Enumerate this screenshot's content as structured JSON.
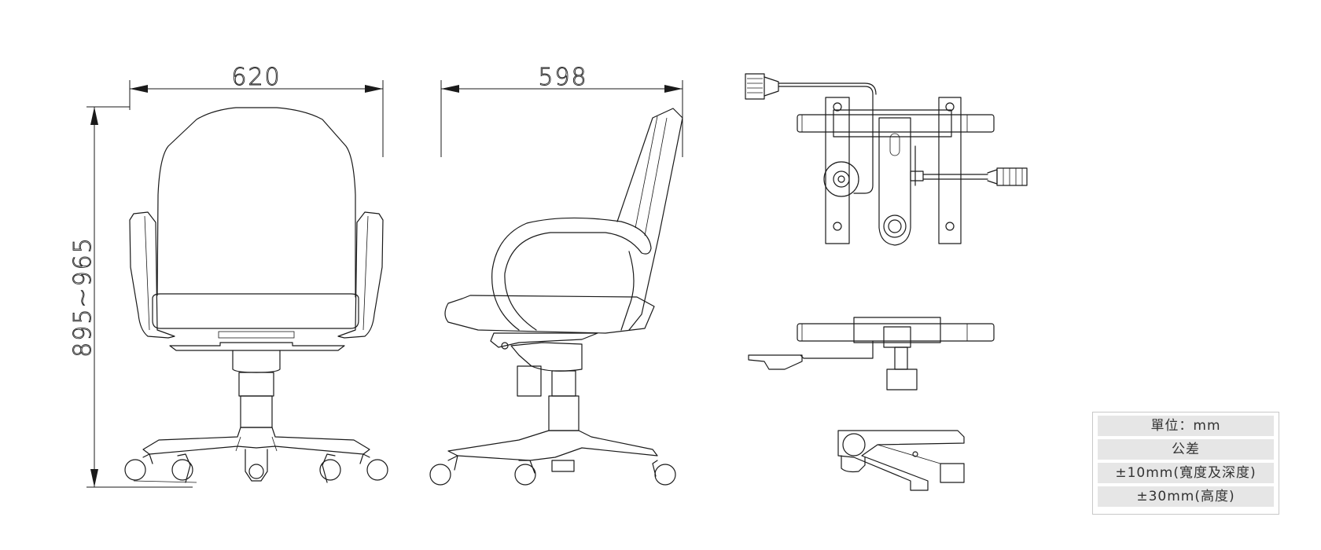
{
  "dimensions": {
    "width": "620",
    "depth": "598",
    "height": "895~965"
  },
  "spec_table": {
    "rows": [
      "單位：mm",
      "公差",
      "±10mm(寬度及深度)",
      "±30mm(高度)"
    ]
  },
  "colors": {
    "line": "#1a1a1a",
    "table_row_bg": "#e6e6e6",
    "table_border": "#c8c8c8"
  }
}
